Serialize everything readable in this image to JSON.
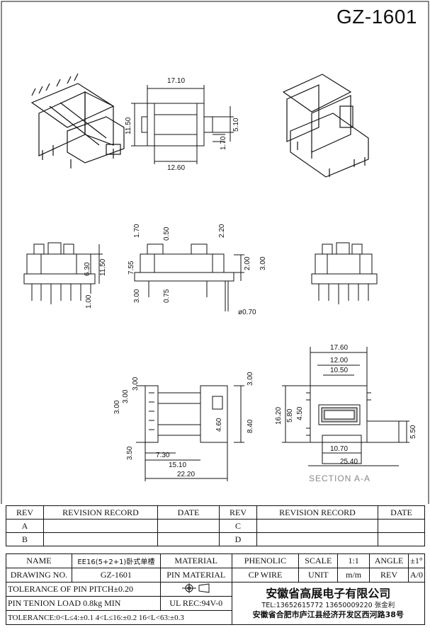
{
  "title": "GZ-1601",
  "dimensions": {
    "top_width": "17.10",
    "top_height": "11.50",
    "top_right_a": "5.10",
    "top_right_b": "1.70",
    "top_bottom": "12.60",
    "side_1_70": "1.70",
    "side_0_50": "0.50",
    "side_2_20": "2.20",
    "side_7_55": "7.55",
    "side_6_30": "6.30",
    "side_11_50": "11.50",
    "side_1_00": "1.00",
    "side_3_00": "3.00",
    "side_0_75": "0.75",
    "side_2_00": "2.00",
    "side_3_00b": "3.00",
    "side_pin": "ø0.70",
    "bot_3_00a": "3.00",
    "bot_3_00b": "3.00",
    "bot_3_00c": "3.00",
    "bot_3_50": "3.50",
    "bot_7_30": "7.30",
    "bot_15_10": "15.10",
    "bot_22_20": "22.20",
    "bot_4_60": "4.60",
    "bot_8_40": "8.40",
    "sec_17_60": "17.60",
    "sec_12_00": "12.00",
    "sec_10_50": "10.50",
    "sec_16_20": "16.20",
    "sec_5_80": "5.80",
    "sec_4_50": "4.50",
    "sec_10_70": "10.70",
    "sec_25_40": "25.40",
    "sec_5_50": "5.50",
    "section_label": "SECTION A-A"
  },
  "revision": {
    "header": [
      "REV",
      "REVISION RECORD",
      "DATE",
      "REV",
      "REVISION RECORD",
      "DATE"
    ],
    "rows": [
      [
        "A",
        "",
        "",
        "C",
        "",
        ""
      ],
      [
        "B",
        "",
        "",
        "D",
        "",
        ""
      ]
    ]
  },
  "info": {
    "name_label": "NAME",
    "name_value": "EE16(5+2+1)卧式单槽",
    "material_label": "MATERIAL",
    "material_value": "PHENOLIC",
    "scale_label": "SCALE",
    "scale_value": "1:1",
    "angle_label": "ANGLE",
    "angle_value": "±1°",
    "drawing_label": "DRAWING NO.",
    "drawing_value": "GZ-1601",
    "pin_material_label": "PIN MATERIAL",
    "pin_material_value": "CP WIRE",
    "unit_label": "UNIT",
    "unit_value": "m/m",
    "rev_label": "REV",
    "rev_value": "A/0",
    "tolerance_pitch": "TOLERANCE OF PIN PITCH±0.20",
    "pin_load": "PIN TENION LOAD 0.8kg MIN",
    "ul_rec": "UL REC:94V-0",
    "tolerance": "TOLERANCE:0<L≤4:±0.1  4<L≤16:±0.2  16<L<63:±0.3",
    "company": "安徽省高展电子有限公司",
    "tel": "TEL:13652615772  13650009220  张金利",
    "address": "安徽省合肥市庐江县经济开发区西河路38号"
  }
}
